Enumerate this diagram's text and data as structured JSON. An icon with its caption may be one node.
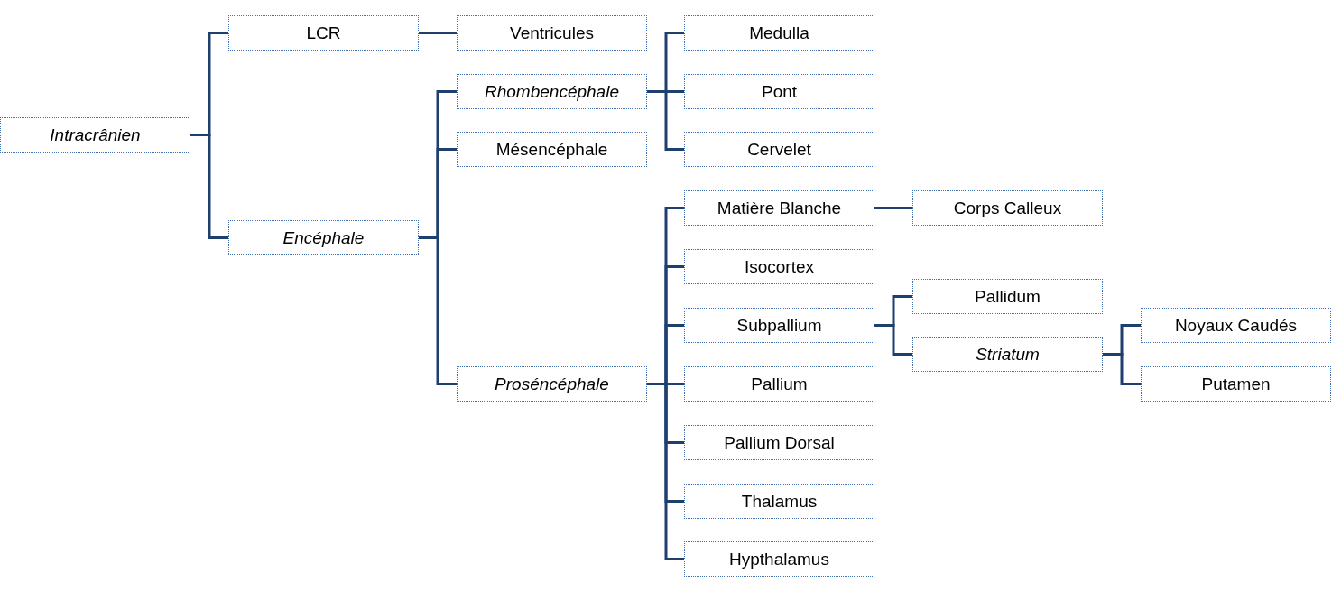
{
  "diagram": {
    "nodes": [
      {
        "text": [
          "Intracrânien"
        ]
      },
      {
        "text": [
          "LCR"
        ]
      },
      {
        "text": [
          "Ventricules"
        ]
      },
      {
        "text": [
          "Encéphale"
        ]
      },
      {
        "text": [
          "Rhombencéphale"
        ]
      },
      {
        "text": [
          "Medulla"
        ]
      },
      {
        "text": [
          "Pont"
        ]
      },
      {
        "text": [
          "Cervelet"
        ]
      },
      {
        "text": [
          "Mésencéphale"
        ]
      },
      {
        "text": [
          "Proséncéphale"
        ]
      },
      {
        "text": [
          "Matière Blanche"
        ]
      },
      {
        "text": [
          "Corps Calleux"
        ]
      },
      {
        "text": [
          "Isocortex"
        ]
      },
      {
        "text": [
          "Subpallium"
        ]
      },
      {
        "text": [
          "Pallidum"
        ]
      },
      {
        "text": [
          "Striatum"
        ]
      },
      {
        "text": [
          "Noyaux Caudés"
        ]
      },
      {
        "text": [
          "Putamen"
        ]
      },
      {
        "text": [
          "Pallium"
        ]
      },
      {
        "text": [
          "Pallium Dorsal"
        ]
      },
      {
        "text": [
          "Thalamus"
        ]
      },
      {
        "text": [
          "Hypthalamus"
        ]
      }
    ],
    "edges": [
      {
        "from": 0,
        "to": 1,
        "arrow": "none"
      },
      {
        "from": 0,
        "to": 3,
        "arrow": "none"
      },
      {
        "from": 1,
        "to": 2,
        "arrow": "none"
      },
      {
        "from": 3,
        "to": 4,
        "arrow": "none"
      },
      {
        "from": 3,
        "to": 8,
        "arrow": "none"
      },
      {
        "from": 3,
        "to": 9,
        "arrow": "none"
      },
      {
        "from": 4,
        "to": 5,
        "arrow": "none"
      },
      {
        "from": 4,
        "to": 6,
        "arrow": "none"
      },
      {
        "from": 4,
        "to": 7,
        "arrow": "none"
      },
      {
        "from": 9,
        "to": 10,
        "arrow": "none"
      },
      {
        "from": 10,
        "to": 11,
        "arrow": "none"
      },
      {
        "from": 9,
        "to": 12,
        "arrow": "none"
      },
      {
        "from": 9,
        "to": 13,
        "arrow": "none"
      },
      {
        "from": 13,
        "to": 14,
        "arrow": "none"
      },
      {
        "from": 13,
        "to": 15,
        "arrow": "none"
      },
      {
        "from": 15,
        "to": 16,
        "arrow": "none"
      },
      {
        "from": 15,
        "to": 17,
        "arrow": "none"
      },
      {
        "from": 9,
        "to": 18,
        "arrow": "none"
      },
      {
        "from": 9,
        "to": 19,
        "arrow": "none"
      },
      {
        "from": 9,
        "to": 20,
        "arrow": "none"
      },
      {
        "from": 9,
        "to": 21,
        "arrow": "none"
      }
    ]
  }
}
